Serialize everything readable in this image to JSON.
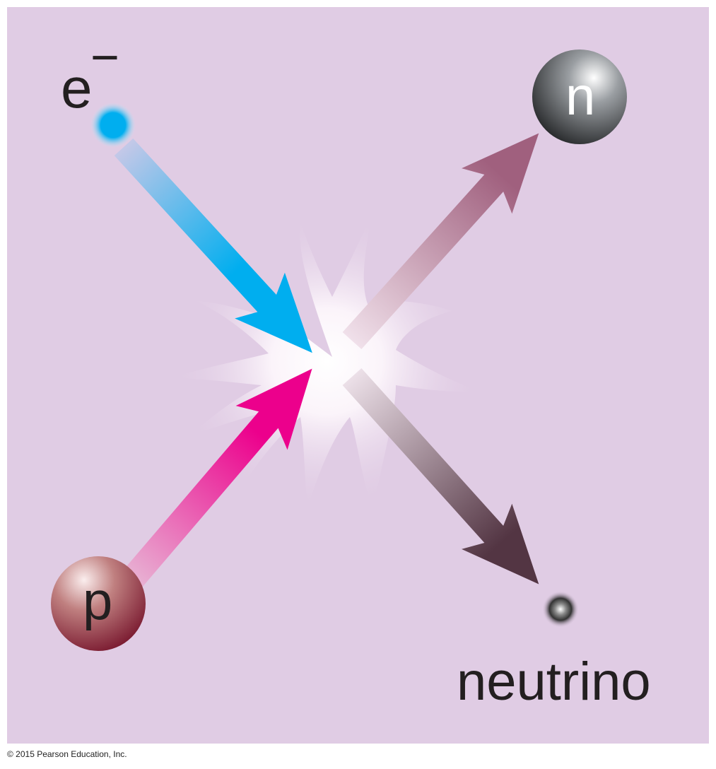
{
  "labels": {
    "electron": "e",
    "electron_charge": "−",
    "neutron": "n",
    "proton": "p",
    "neutrino": "neutrino"
  },
  "copyright": "© 2015 Pearson Education, Inc.",
  "colors": {
    "background": "#e0cce4",
    "electron": "#00aeef",
    "proton": "#ec008c",
    "neutron_arrow": "#a0607e",
    "neutrino_arrow": "#533543"
  }
}
